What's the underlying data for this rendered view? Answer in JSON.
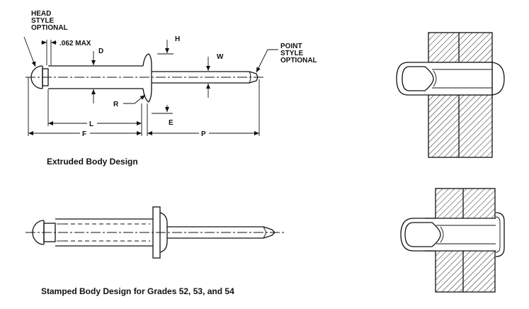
{
  "extruded": {
    "caption": "Extruded Body Design",
    "head_style_label": [
      "HEAD",
      "STYLE",
      "OPTIONAL"
    ],
    "point_style_label": [
      "POINT",
      "STYLE",
      "OPTIONAL"
    ],
    "max_thickness_label": ".062 MAX",
    "dim_labels": {
      "D": "D",
      "H": "H",
      "W": "W",
      "R": "R",
      "L": "L",
      "E": "E",
      "F": "F",
      "P": "P"
    }
  },
  "stamped": {
    "caption": "Stamped Body Design for Grades 52, 53, and 54"
  }
}
